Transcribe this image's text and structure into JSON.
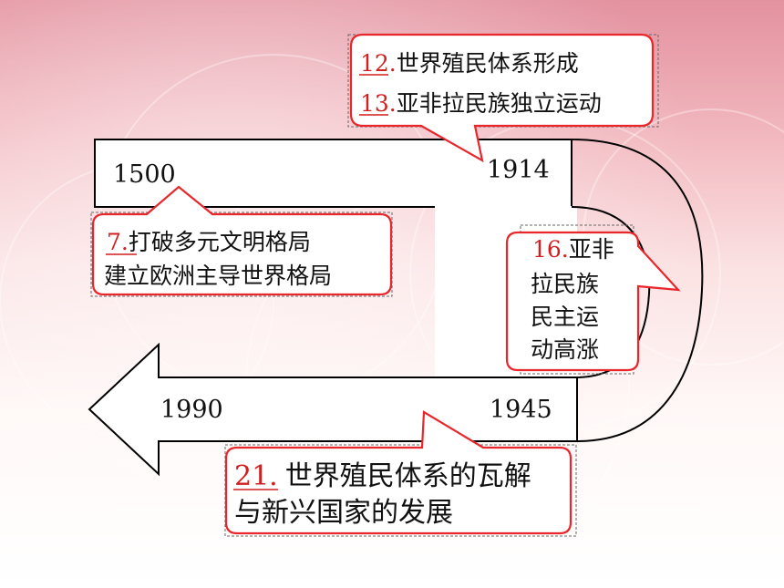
{
  "timeline": {
    "years": {
      "start": "1500",
      "turn_top": "1914",
      "turn_bottom": "1945",
      "end": "1990"
    }
  },
  "callouts": {
    "c12": {
      "number": "12.",
      "line1": "世界殖民体系形成"
    },
    "c13": {
      "number": "13.",
      "line1": "亚非拉民族独立运动"
    },
    "c7": {
      "number": "7.",
      "line1": "打破多元文明格局",
      "line2": "建立欧洲主导世界格局"
    },
    "c16": {
      "number": "16.",
      "line1": "亚非",
      "line2": "拉民族",
      "line3": "民主运",
      "line4": "动高涨"
    },
    "c21": {
      "number": "21.",
      "line1": "世界殖民体系的瓦解",
      "line2": "与新兴国家的发展"
    }
  },
  "colors": {
    "callout_border": "#e8262b",
    "number_text": "#d21f1f",
    "body_text": "#111111",
    "bg_top": "#e89aa8",
    "bg_bottom": "#ffffff"
  }
}
